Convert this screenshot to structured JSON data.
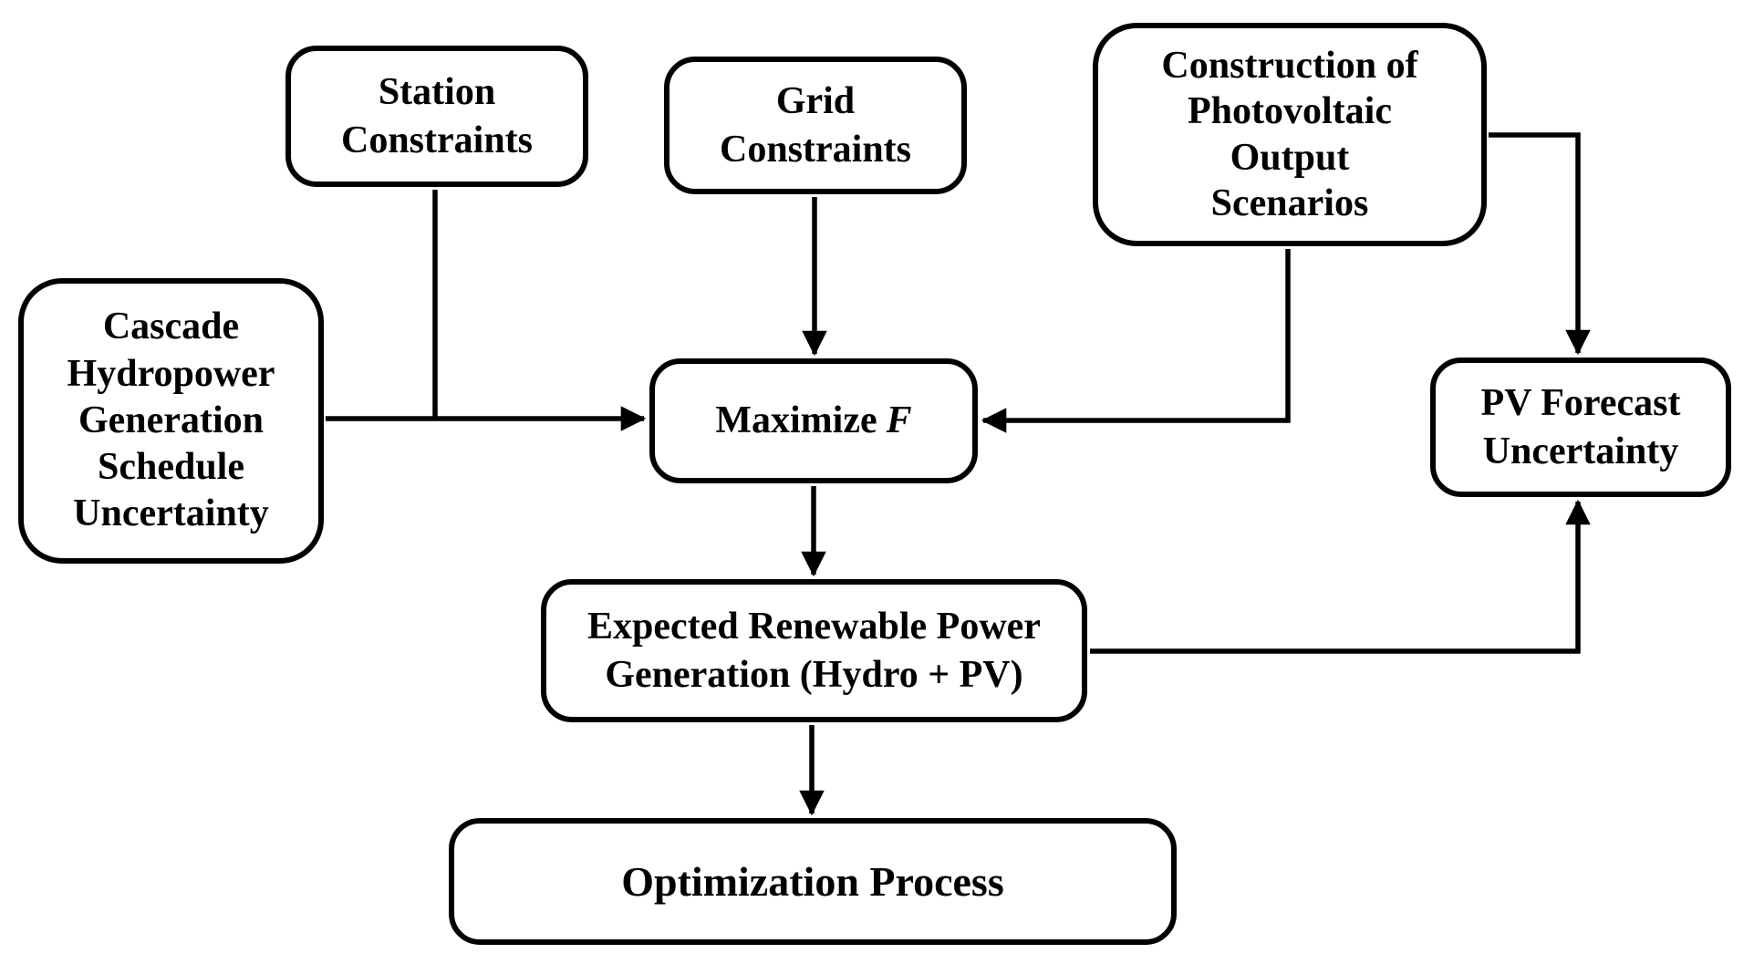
{
  "diagram": {
    "type": "flowchart",
    "colors": {
      "ink": "#000000",
      "paper": "#ffffff",
      "box_fill": "#ffffff"
    },
    "nodes": {
      "station": {
        "label": "Station\nConstraints"
      },
      "grid": {
        "label": "Grid\nConstraints"
      },
      "construction": {
        "label": "Construction of\nPhotovoltaic\nOutput\nScenarios"
      },
      "cascade": {
        "label": "Cascade\nHydropower\nGeneration\nSchedule\nUncertainty"
      },
      "maximize": {
        "prefix": "Maximize",
        "variable": "F"
      },
      "pv_forecast": {
        "label": "PV Forecast\nUncertainty"
      },
      "expected": {
        "label": "Expected Renewable Power\nGeneration (Hydro + PV)"
      },
      "optimization": {
        "label": "Optimization Process"
      }
    },
    "edges": [
      {
        "from": "station",
        "to": "cascade-maximize-line",
        "style": "t-junction, no arrowhead"
      },
      {
        "from": "cascade",
        "to": "maximize",
        "style": "arrow right"
      },
      {
        "from": "grid",
        "to": "maximize",
        "style": "arrow down"
      },
      {
        "from": "construction",
        "to": "maximize",
        "style": "down then left, arrow left"
      },
      {
        "from": "construction",
        "to": "pv_forecast",
        "style": "right then down, arrow down"
      },
      {
        "from": "maximize",
        "to": "expected",
        "style": "arrow down"
      },
      {
        "from": "expected",
        "to": "pv_forecast",
        "style": "right then up, arrow up"
      },
      {
        "from": "expected",
        "to": "optimization",
        "style": "arrow down"
      }
    ]
  }
}
